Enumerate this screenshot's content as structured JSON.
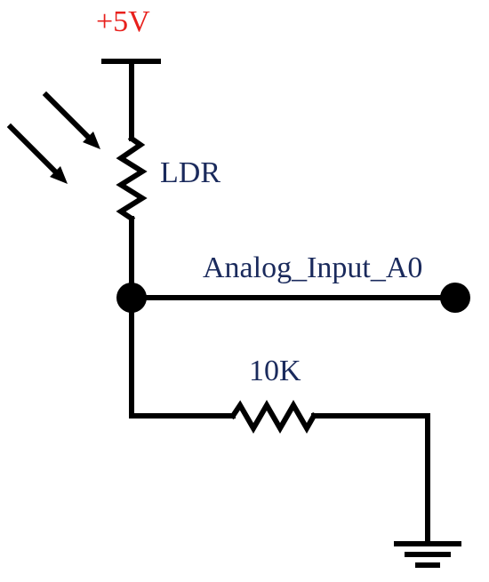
{
  "diagram": {
    "supply_label": "+5V",
    "ldr_label": "LDR",
    "output_label": "Analog_Input_A0",
    "resistor_label": "10K",
    "colors": {
      "supply_text": "#e8201c",
      "label_text": "#1a2a5c",
      "wire": "#000000"
    }
  }
}
